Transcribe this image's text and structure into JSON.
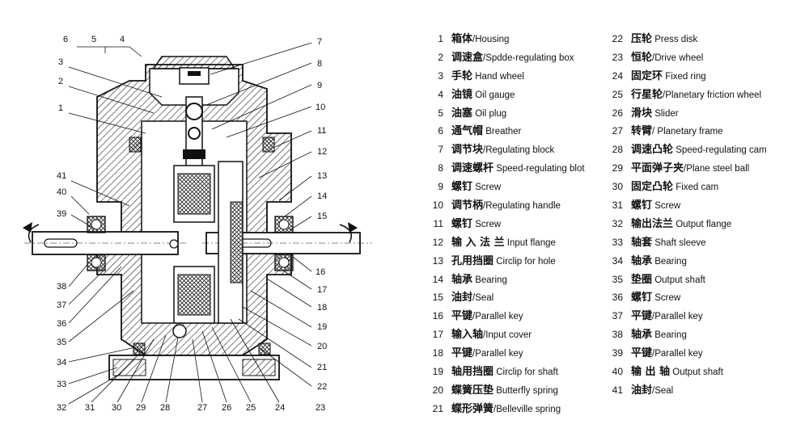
{
  "callout_numbers": [
    "1",
    "2",
    "3",
    "4",
    "5",
    "6",
    "7",
    "8",
    "9",
    "10",
    "11",
    "12",
    "13",
    "14",
    "15",
    "16",
    "17",
    "18",
    "19",
    "20",
    "21",
    "22",
    "23",
    "24",
    "25",
    "26",
    "27",
    "28",
    "29",
    "30",
    "31",
    "32",
    "33",
    "34",
    "35",
    "36",
    "37",
    "38",
    "39",
    "40",
    "41"
  ],
  "legend": [
    {
      "num": "1",
      "cn": "箱体",
      "en": "/Housing"
    },
    {
      "num": "2",
      "cn": "调速盒",
      "en": "/Spdde-regulating box"
    },
    {
      "num": "3",
      "cn": "手轮",
      "en": " Hand wheel"
    },
    {
      "num": "4",
      "cn": "油镜",
      "en": " Oil gauge"
    },
    {
      "num": "5",
      "cn": "油塞",
      "en": " Oil plug"
    },
    {
      "num": "6",
      "cn": "通气帽",
      "en": "  Breather"
    },
    {
      "num": "7",
      "cn": "调节块",
      "en": "/Regulating block"
    },
    {
      "num": "8",
      "cn": "调速螺杆",
      "en": " Speed-regulating blot"
    },
    {
      "num": "9",
      "cn": "螺钉",
      "en": "  Screw"
    },
    {
      "num": "10",
      "cn": "调节柄",
      "en": "/Regulating handle"
    },
    {
      "num": "11",
      "cn": "螺钉",
      "en": "  Screw"
    },
    {
      "num": "12",
      "cn": "输 入 法 兰",
      "en": "  Input flange"
    },
    {
      "num": "13",
      "cn": "孔用挡圈",
      "en": " Circlip for hole"
    },
    {
      "num": "14",
      "cn": "轴承",
      "en": "  Bearing"
    },
    {
      "num": "15",
      "cn": "油封",
      "en": "/Seal"
    },
    {
      "num": "16",
      "cn": "平键",
      "en": "/Parallel key"
    },
    {
      "num": "17",
      "cn": "输入轴",
      "en": "/Input cover"
    },
    {
      "num": "18",
      "cn": "平键",
      "en": "/Parallel key"
    },
    {
      "num": "19",
      "cn": "轴用挡圈",
      "en": " Circlip for shaft"
    },
    {
      "num": "20",
      "cn": "蝶簧压垫",
      "en": " Butterfly spring"
    },
    {
      "num": "21",
      "cn": "蝶形弹簧",
      "en": "/Belleville spring"
    },
    {
      "num": "22",
      "cn": "压轮",
      "en": " Press disk"
    },
    {
      "num": "23",
      "cn": "恒轮",
      "en": "/Drive wheel"
    },
    {
      "num": "24",
      "cn": "固定环",
      "en": "  Fixed ring"
    },
    {
      "num": "25",
      "cn": "行星轮",
      "en": "/Planetary friction wheel"
    },
    {
      "num": "26",
      "cn": "滑块",
      "en": "  Slider"
    },
    {
      "num": "27",
      "cn": "转臂",
      "en": "/  Planetary frame"
    },
    {
      "num": "28",
      "cn": "调速凸轮",
      "en": " Speed-regulating cam"
    },
    {
      "num": "29",
      "cn": "平面弹子夹",
      "en": "/Plane steel ball"
    },
    {
      "num": "30",
      "cn": "固定凸轮",
      "en": "  Fixed cam"
    },
    {
      "num": "31",
      "cn": "螺钉",
      "en": "  Screw"
    },
    {
      "num": "32",
      "cn": "输出法兰",
      "en": "  Output flange"
    },
    {
      "num": "33",
      "cn": "轴套",
      "en": "  Shaft sleeve"
    },
    {
      "num": "34",
      "cn": "轴承",
      "en": "  Bearing"
    },
    {
      "num": "35",
      "cn": "垫圈",
      "en": "  Output shaft"
    },
    {
      "num": "36",
      "cn": "螺钉",
      "en": "  Screw"
    },
    {
      "num": "37",
      "cn": "平键",
      "en": "/Parallel key"
    },
    {
      "num": "38",
      "cn": "轴承",
      "en": "  Bearing"
    },
    {
      "num": "39",
      "cn": "平键",
      "en": "/Parallel key"
    },
    {
      "num": "40",
      "cn": "输 出 轴",
      "en": "  Output shaft"
    },
    {
      "num": "41",
      "cn": "油封",
      "en": "/Seal"
    }
  ]
}
